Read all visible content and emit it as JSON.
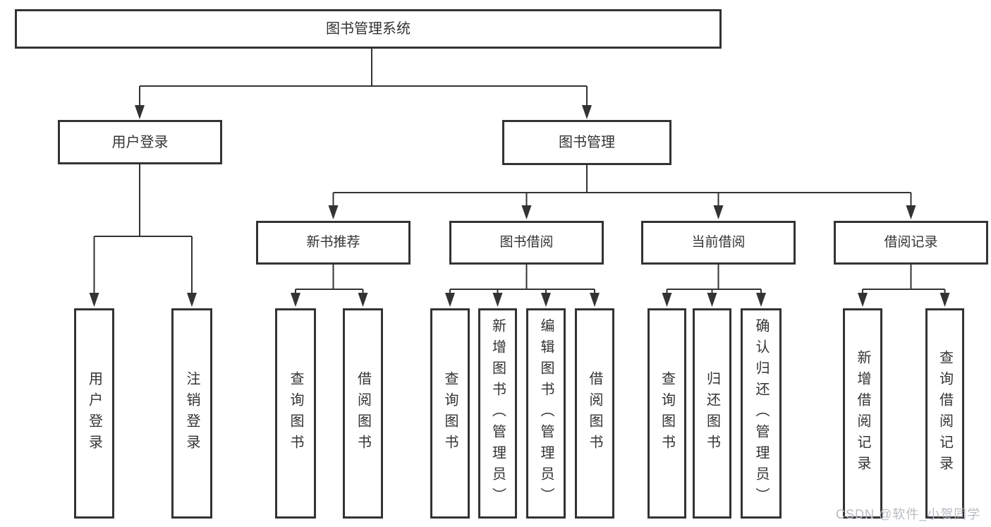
{
  "tree": {
    "label": "图书管理系统",
    "children": [
      {
        "label": "用户登录",
        "children": [
          {
            "label": "用户登录"
          },
          {
            "label": "注销登录"
          }
        ]
      },
      {
        "label": "图书管理",
        "children": [
          {
            "label": "新书推荐",
            "children": [
              {
                "label": "查询图书"
              },
              {
                "label": "借阅图书"
              }
            ]
          },
          {
            "label": "图书借阅",
            "children": [
              {
                "label": "查询图书"
              },
              {
                "label": "新增图书（管理员）"
              },
              {
                "label": "编辑图书（管理员）"
              },
              {
                "label": "借阅图书"
              }
            ]
          },
          {
            "label": "当前借阅",
            "children": [
              {
                "label": "查询图书"
              },
              {
                "label": "归还图书"
              },
              {
                "label": "确认归还（管理员）"
              }
            ]
          },
          {
            "label": "借阅记录",
            "children": [
              {
                "label": "新增借阅记录"
              },
              {
                "label": "查询借阅记录"
              }
            ]
          }
        ]
      }
    ]
  },
  "watermark": {
    "text": "CSDN @软件_小贺同学"
  },
  "colors": {
    "background": "#ffffff",
    "line": "#333333",
    "box_border": "#333333",
    "text": "#333333",
    "watermark": "#b8bcc1"
  }
}
